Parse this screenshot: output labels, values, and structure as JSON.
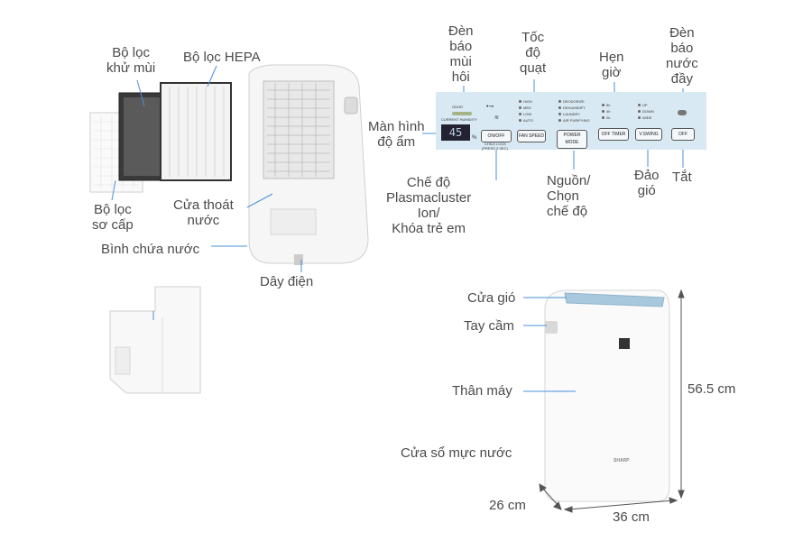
{
  "labels": {
    "carbon_filter": [
      "Bộ lọc",
      "khử mùi"
    ],
    "hepa_filter": "Bộ lọc HEPA",
    "pre_filter": [
      "Bộ lọc",
      "sơ cấp"
    ],
    "drain_outlet": [
      "Cửa thoát",
      "nước"
    ],
    "water_tank": "Bình chứa nước",
    "power_cord": "Dây điện",
    "odor_light": [
      "Đèn",
      "báo",
      "mùi",
      "hôi"
    ],
    "fan_speed": [
      "Tốc",
      "độ",
      "quạt"
    ],
    "timer": [
      "Hẹn",
      "giờ"
    ],
    "full_light": [
      "Đèn",
      "báo",
      "nước",
      "đầy"
    ],
    "humidity_display": [
      "Màn hình",
      "độ ẩm"
    ],
    "plasmacluster_mode": [
      "Chế độ",
      "Plasmacluster",
      "Ion/",
      "Khóa trẻ em"
    ],
    "power_mode": [
      "Nguồn/",
      "Chọn",
      "chế độ"
    ],
    "swing": [
      "Đảo",
      "gió"
    ],
    "off": "Tắt",
    "air_outlet": "Cửa gió",
    "handle": "Tay cầm",
    "body": "Thân máy",
    "water_window": "Cửa sổ mực nước",
    "height": "56.5 cm",
    "depth": "26 cm",
    "width": "36 cm"
  },
  "panel": {
    "odor": "ODOR",
    "current_humidity": "CURRENT HUMIDITY",
    "display_value": "45",
    "percent": "%",
    "onoff_btn": "ON/OFF",
    "child_lock": [
      "CHILD LOCK",
      "(PRESS 3 SEC)"
    ],
    "fan_speed_btn": "FAN SPEED",
    "fan_levels": [
      "HIGH",
      "MED",
      "LOW",
      "AUTO"
    ],
    "power_btn": [
      "POWER",
      "MODE"
    ],
    "modes": [
      "DEODORIZE",
      "DEHUMIDIFY",
      "LAUNDRY",
      "AIR PURIFYING"
    ],
    "timer_btn": "OFF TIMER",
    "timer_levels": [
      "8h",
      "4h",
      "2h"
    ],
    "swing_btn": "V.SWING",
    "swing_levels": [
      "UP",
      "DOWN",
      "WIDE"
    ],
    "off_btn": "OFF"
  },
  "brand": "SHARP",
  "colors": {
    "panel_bg": "#d9e9f3",
    "line": "#4a90d9",
    "dimension": "#555555"
  }
}
